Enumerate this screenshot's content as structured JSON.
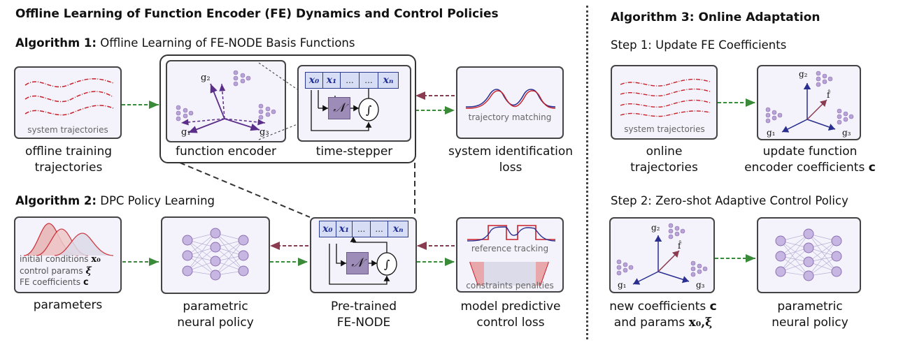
{
  "main_title": "Offline Learning of Function Encoder (FE) Dynamics and Control Policies",
  "alg1": {
    "head_bold": "Algorithm 1:",
    "head_rest": " Offline Learning of FE-NODE Basis Functions"
  },
  "alg2": {
    "head_bold": "Algorithm 2:",
    "head_rest": " DPC Policy Learning"
  },
  "alg3": {
    "head": "Algorithm 3: Online Adaptation",
    "step1": "Step 1: Update FE Coefficients",
    "step2": "Step 2: Zero-shot Adaptive Control Policy"
  },
  "labels": {
    "system_trajectories": "system trajectories",
    "offline_training_1": "offline training",
    "offline_training_2": "trajectories",
    "function_encoder": "function encoder",
    "time_stepper": "time-stepper",
    "trajectory_matching": "trajectory matching",
    "sysid_1": "system identification",
    "sysid_2": "loss",
    "initial_conditions": "initial conditions",
    "control_params": "control params",
    "fe_coefficients": "FE coefficients",
    "coef_c": "c",
    "parameters": "parameters",
    "parametric_1": "parametric",
    "neural_policy": "neural policy",
    "pretrained_1": "Pre-trained",
    "pretrained_2": "FE-NODE",
    "reference_tracking": "reference tracking",
    "constraints_penalties": "constraints penalties",
    "mpc_1": "model predictive",
    "mpc_2": "control loss",
    "online_1": "online",
    "online_2": "trajectories",
    "update_1": "update function",
    "update_2": "encoder coefficients",
    "new_coef_1": "new coefficients",
    "new_coef_2": "and params",
    "g1": "g₁",
    "g2": "g₂",
    "g3": "g₃",
    "fhat": "f̂",
    "N": "𝒩",
    "x0_math": "x₀",
    "xi_math": "ξ",
    "x0_xi_math": "x₀,ξ"
  },
  "strip": [
    "x₀",
    "x₁",
    "...",
    "...",
    "xₙ"
  ],
  "colors": {
    "dashed_green": "#3a8a3a",
    "dashed_maroon": "#8a3b4f",
    "purple": "#5b2e8a",
    "navy": "#2a2f8f",
    "red": "#c8202a"
  }
}
